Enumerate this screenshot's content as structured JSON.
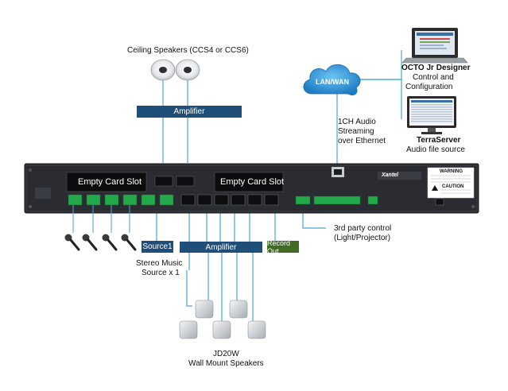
{
  "labels": {
    "ceiling_speakers": "Ceiling Speakers (CCS4 or CCS6)",
    "amplifier_top": "Amplifier",
    "lan_wan": "LAN/WAN",
    "streaming": [
      "1CH Audio",
      "Streaming",
      "over Ethernet"
    ],
    "designer": [
      "OCTO Jr Designer",
      "Control and",
      "Configuration"
    ],
    "terraserver": [
      "TerraServer",
      "Audio file source"
    ],
    "empty_card_slot_left": "Empty Card Slot",
    "empty_card_slot_right": "Empty Card Slot",
    "brand": "Xantel",
    "warning": "WARNING",
    "caution": "CAUTION",
    "third_party": [
      "3rd party control",
      "(Light/Projector)"
    ],
    "source1": "Source1",
    "amplifier_bottom": "Amplifier",
    "record_out": "Record Out",
    "stereo_music": [
      "Stereo Music",
      "Source x 1"
    ],
    "jd20w": [
      "JD20W",
      "Wall Mount Speakers"
    ]
  },
  "colors": {
    "amp_blue": "#1f4e79",
    "record_green": "#3f6b25",
    "wire_cyan": "#4aa6c9",
    "chassis": "#2a2c31",
    "terminal_green": "#23a84a",
    "cloud_blue": "#2d8fd5"
  },
  "icons": [
    "ceiling-speaker-icon",
    "microphone-icon",
    "wall-speaker-icon",
    "laptop-icon",
    "monitor-icon",
    "cloud-icon",
    "ethernet-port-icon"
  ]
}
